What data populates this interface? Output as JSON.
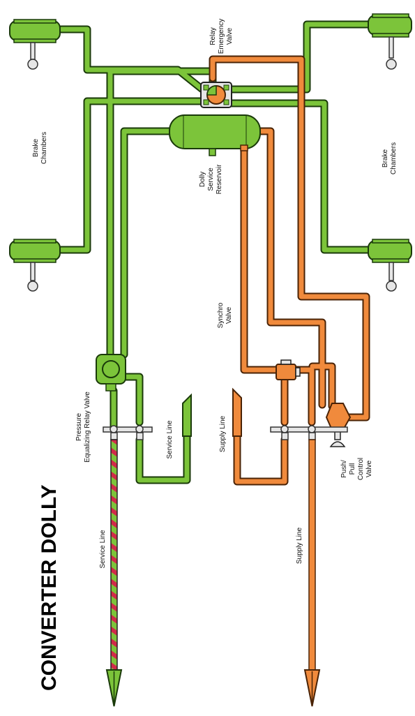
{
  "title": "CONVERTER DOLLY",
  "labels": {
    "relay_emergency_valve": [
      "Relay",
      "Emergency",
      "Valve"
    ],
    "brake_chambers_left": [
      "Brake",
      "Chambers"
    ],
    "brake_chambers_right": [
      "Brake",
      "Chambers"
    ],
    "dolly_service_reservoir": [
      "Dolly",
      "Service",
      "Reservoir"
    ],
    "synchro_valve": [
      "Synchro",
      "Valve"
    ],
    "pressure_equalizing_relay_valve": [
      "Pressure",
      "Equalizing Relay Valve"
    ],
    "service_line_short": "Service Line",
    "supply_line_short": "Supply Line",
    "push_pull_control_valve": [
      "Push/",
      "Pull",
      "Control",
      "Valve"
    ],
    "service_line_long": "Service Line",
    "supply_line_long": "Supply Line"
  },
  "colors": {
    "service_green": "#7cc43a",
    "service_green_dark": "#1a3a0a",
    "supply_orange": "#f08a3c",
    "supply_orange_dark": "#4a2306",
    "hose_stripe_red": "#d02a4a",
    "hardware_grey": "#e6e6e6"
  }
}
